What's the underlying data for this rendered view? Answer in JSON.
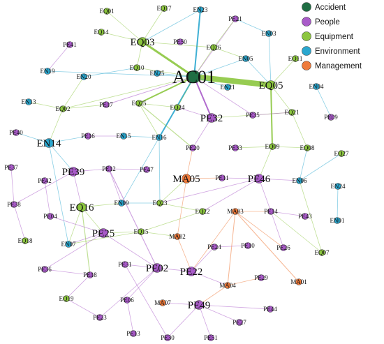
{
  "legend": {
    "items": [
      {
        "label": "Accident",
        "color": "#1f6e43"
      },
      {
        "label": "People",
        "color": "#a95bc9"
      },
      {
        "label": "Equipment",
        "color": "#8cc63f"
      },
      {
        "label": "Environment",
        "color": "#2aa7cf"
      },
      {
        "label": "Management",
        "color": "#ee7a3b"
      }
    ]
  },
  "network": {
    "nodes": [
      {
        "id": "AC01",
        "type": "Accident",
        "size": 3
      },
      {
        "id": "EQ01",
        "type": "Equipment",
        "size": 1
      },
      {
        "id": "EQ17",
        "type": "Equipment",
        "size": 1
      },
      {
        "id": "EN23",
        "type": "Environment",
        "size": 1
      },
      {
        "id": "PE21",
        "type": "People",
        "size": 1
      },
      {
        "id": "EQ14",
        "type": "Equipment",
        "size": 1
      },
      {
        "id": "EQ03",
        "type": "Equipment",
        "size": 2
      },
      {
        "id": "EN03",
        "type": "Environment",
        "size": 1
      },
      {
        "id": "PE41",
        "type": "People",
        "size": 1
      },
      {
        "id": "PE50",
        "type": "People",
        "size": 1
      },
      {
        "id": "EQ26",
        "type": "Equipment",
        "size": 1
      },
      {
        "id": "EQ11",
        "type": "Equipment",
        "size": 1
      },
      {
        "id": "EN05",
        "type": "Environment",
        "size": 1
      },
      {
        "id": "EN19",
        "type": "Environment",
        "size": 1
      },
      {
        "id": "EN20",
        "type": "Environment",
        "size": 1
      },
      {
        "id": "EQ10",
        "type": "Equipment",
        "size": 1
      },
      {
        "id": "EN25",
        "type": "Environment",
        "size": 1
      },
      {
        "id": "EN21",
        "type": "Environment",
        "size": 1
      },
      {
        "id": "EQ05",
        "type": "Equipment",
        "size": 2
      },
      {
        "id": "EN04",
        "type": "Environment",
        "size": 1
      },
      {
        "id": "EN13",
        "type": "Environment",
        "size": 1
      },
      {
        "id": "EQ02",
        "type": "Equipment",
        "size": 1
      },
      {
        "id": "PE17",
        "type": "People",
        "size": 1
      },
      {
        "id": "EQ25",
        "type": "Equipment",
        "size": 1
      },
      {
        "id": "EQ24",
        "type": "Equipment",
        "size": 1
      },
      {
        "id": "PE32",
        "type": "People",
        "size": 2
      },
      {
        "id": "PE35",
        "type": "People",
        "size": 1
      },
      {
        "id": "EQ21",
        "type": "Equipment",
        "size": 1
      },
      {
        "id": "PE09",
        "type": "People",
        "size": 1
      },
      {
        "id": "PE40",
        "type": "People",
        "size": 1
      },
      {
        "id": "PE16",
        "type": "People",
        "size": 1
      },
      {
        "id": "EN15",
        "type": "Environment",
        "size": 1
      },
      {
        "id": "EN14",
        "type": "Environment",
        "size": 2
      },
      {
        "id": "EN16",
        "type": "Environment",
        "size": 1
      },
      {
        "id": "PE20",
        "type": "People",
        "size": 1
      },
      {
        "id": "PE33",
        "type": "People",
        "size": 1
      },
      {
        "id": "EQ09",
        "type": "Equipment",
        "size": 1
      },
      {
        "id": "EQ08",
        "type": "Equipment",
        "size": 1
      },
      {
        "id": "EQ27",
        "type": "Equipment",
        "size": 1
      },
      {
        "id": "PE37",
        "type": "People",
        "size": 1
      },
      {
        "id": "PE39",
        "type": "People",
        "size": 2
      },
      {
        "id": "PE12",
        "type": "People",
        "size": 1
      },
      {
        "id": "PE47",
        "type": "People",
        "size": 1
      },
      {
        "id": "MA05",
        "type": "Management",
        "size": 2
      },
      {
        "id": "PE11",
        "type": "People",
        "size": 1
      },
      {
        "id": "PE46",
        "type": "People",
        "size": 2
      },
      {
        "id": "EN06",
        "type": "Environment",
        "size": 1
      },
      {
        "id": "PE42",
        "type": "People",
        "size": 1
      },
      {
        "id": "EN24",
        "type": "Environment",
        "size": 1
      },
      {
        "id": "PE38",
        "type": "People",
        "size": 1
      },
      {
        "id": "EQ16",
        "type": "Equipment",
        "size": 2
      },
      {
        "id": "EN09",
        "type": "Environment",
        "size": 1
      },
      {
        "id": "EQ23",
        "type": "Equipment",
        "size": 1
      },
      {
        "id": "EQ22",
        "type": "Equipment",
        "size": 1
      },
      {
        "id": "MA03",
        "type": "Management",
        "size": 1
      },
      {
        "id": "PE14",
        "type": "People",
        "size": 1
      },
      {
        "id": "PE43",
        "type": "People",
        "size": 1
      },
      {
        "id": "PE04",
        "type": "People",
        "size": 1
      },
      {
        "id": "EN01",
        "type": "Environment",
        "size": 1
      },
      {
        "id": "EQ18",
        "type": "Equipment",
        "size": 1
      },
      {
        "id": "PE25",
        "type": "People",
        "size": 2
      },
      {
        "id": "EQ15",
        "type": "Equipment",
        "size": 1
      },
      {
        "id": "MA02",
        "type": "Management",
        "size": 1
      },
      {
        "id": "EN07",
        "type": "Environment",
        "size": 1
      },
      {
        "id": "PE24",
        "type": "People",
        "size": 1
      },
      {
        "id": "PE10",
        "type": "People",
        "size": 1
      },
      {
        "id": "PE26",
        "type": "People",
        "size": 1
      },
      {
        "id": "EQ07",
        "type": "Equipment",
        "size": 1
      },
      {
        "id": "PE36",
        "type": "People",
        "size": 1
      },
      {
        "id": "PE31",
        "type": "People",
        "size": 1
      },
      {
        "id": "PE02",
        "type": "People",
        "size": 2
      },
      {
        "id": "PE22",
        "type": "People",
        "size": 2
      },
      {
        "id": "PE18",
        "type": "People",
        "size": 1
      },
      {
        "id": "MA04",
        "type": "Management",
        "size": 1
      },
      {
        "id": "PE29",
        "type": "People",
        "size": 1
      },
      {
        "id": "MA01",
        "type": "Management",
        "size": 1
      },
      {
        "id": "EQ19",
        "type": "Equipment",
        "size": 1
      },
      {
        "id": "PE06",
        "type": "People",
        "size": 1
      },
      {
        "id": "MA07",
        "type": "Management",
        "size": 1
      },
      {
        "id": "PE49",
        "type": "People",
        "size": 2
      },
      {
        "id": "PE44",
        "type": "People",
        "size": 1
      },
      {
        "id": "PE23",
        "type": "People",
        "size": 1
      },
      {
        "id": "PE27",
        "type": "People",
        "size": 1
      },
      {
        "id": "PE13",
        "type": "People",
        "size": 1
      },
      {
        "id": "PE30",
        "type": "People",
        "size": 1
      },
      {
        "id": "PE51",
        "type": "People",
        "size": 1
      }
    ],
    "edges": [
      [
        "EQ05",
        "AC01",
        8
      ],
      [
        "EQ03",
        "AC01",
        3
      ],
      [
        "EN23",
        "AC01",
        2
      ],
      [
        "PE32",
        "AC01",
        2
      ],
      [
        "EQ25",
        "AC01",
        2
      ],
      [
        "PE17",
        "AC01",
        1.2
      ],
      [
        "EN16",
        "AC01",
        2
      ],
      [
        "EQ26",
        "AC01",
        1
      ],
      [
        "PE21",
        "AC01",
        1
      ],
      [
        "EQ10",
        "AC01",
        1
      ],
      [
        "EN25",
        "AC01",
        1
      ],
      [
        "EN21",
        "AC01",
        1
      ],
      [
        "EN05",
        "AC01",
        1
      ],
      [
        "PE35",
        "AC01",
        1
      ],
      [
        "EQ24",
        "AC01",
        1
      ],
      [
        "EN19",
        "AC01",
        1
      ],
      [
        "EQ02",
        "AC01",
        1
      ],
      [
        "EQ17",
        "EQ03",
        1
      ],
      [
        "EQ01",
        "EQ03",
        1
      ],
      [
        "EQ14",
        "EQ03",
        1
      ],
      [
        "EN23",
        "EQ03",
        1
      ],
      [
        "EQ03",
        "EQ10",
        1
      ],
      [
        "EQ03",
        "EQ26",
        1
      ],
      [
        "EQ26",
        "EN05",
        1
      ],
      [
        "EQ26",
        "PE21",
        1
      ],
      [
        "EN03",
        "PE21",
        1
      ],
      [
        "EN03",
        "EQ05",
        1
      ],
      [
        "EQ11",
        "EQ05",
        1
      ],
      [
        "EN05",
        "EQ05",
        1
      ],
      [
        "EQ05",
        "EQ21",
        1
      ],
      [
        "EQ05",
        "EQ09",
        2
      ],
      [
        "EQ21",
        "EQ08",
        1
      ],
      [
        "EQ21",
        "PE32",
        1
      ],
      [
        "PE32",
        "EQ24",
        1
      ],
      [
        "EQ25",
        "EQ24",
        1
      ],
      [
        "EQ25",
        "PE20",
        1.5
      ],
      [
        "PE32",
        "PE20",
        1
      ],
      [
        "EQ25",
        "EN16",
        1
      ],
      [
        "EQ02",
        "EN20",
        1
      ],
      [
        "EQ02",
        "EN14",
        1
      ],
      [
        "EN20",
        "EQ10",
        1
      ],
      [
        "EQ02",
        "EN13",
        1
      ],
      [
        "EQ02",
        "PE17",
        1
      ],
      [
        "EN14",
        "PE16",
        1
      ],
      [
        "EN14",
        "PE40",
        1
      ],
      [
        "EN14",
        "PE39",
        1
      ],
      [
        "EN14",
        "EN07",
        1
      ],
      [
        "PE16",
        "EN15",
        1
      ],
      [
        "EN15",
        "EN16",
        1
      ],
      [
        "EN16",
        "EQ23",
        1
      ],
      [
        "EN16",
        "EN09",
        1
      ],
      [
        "PE12",
        "PE47",
        1
      ],
      [
        "PE39",
        "PE12",
        1
      ],
      [
        "PE12",
        "EN09",
        1
      ],
      [
        "PE39",
        "EQ16",
        1
      ],
      [
        "PE39",
        "PE38",
        1
      ],
      [
        "PE37",
        "PE38",
        1
      ],
      [
        "PE38",
        "EQ18",
        1
      ],
      [
        "EQ16",
        "EN09",
        1
      ],
      [
        "EQ16",
        "PE25",
        1
      ],
      [
        "EQ16",
        "EN07",
        1
      ],
      [
        "EQ16",
        "PE18",
        1.5
      ],
      [
        "EN09",
        "EQ23",
        1
      ],
      [
        "EQ23",
        "MA05",
        1
      ],
      [
        "MA05",
        "PE11",
        1
      ],
      [
        "MA05",
        "PE20",
        1
      ],
      [
        "MA05",
        "MA02",
        1
      ],
      [
        "PE11",
        "PE46",
        1
      ],
      [
        "PE46",
        "EN06",
        1
      ],
      [
        "EN06",
        "EQ08",
        1
      ],
      [
        "EN06",
        "EQ27",
        1
      ],
      [
        "EQ09",
        "EQ08",
        1
      ],
      [
        "EQ09",
        "PE46",
        1
      ],
      [
        "PE46",
        "EQ22",
        1
      ],
      [
        "PE46",
        "PE14",
        1
      ],
      [
        "PE14",
        "PE43",
        1
      ],
      [
        "PE14",
        "PE26",
        1
      ],
      [
        "MA03",
        "PE14",
        1
      ],
      [
        "MA03",
        "PE26",
        1
      ],
      [
        "MA03",
        "MA04",
        1.3
      ],
      [
        "MA03",
        "MA01",
        1.3
      ],
      [
        "MA03",
        "PE22",
        1
      ],
      [
        "EQ22",
        "EQ15",
        1
      ],
      [
        "EQ15",
        "PE25",
        1
      ],
      [
        "EQ15",
        "MA02",
        1
      ],
      [
        "EQ15",
        "EN07",
        1
      ],
      [
        "PE25",
        "EN07",
        1
      ],
      [
        "PE25",
        "PE02",
        1
      ],
      [
        "PE25",
        "PE36",
        1
      ],
      [
        "PE12",
        "PE02",
        1.5
      ],
      [
        "PE02",
        "PE31",
        1
      ],
      [
        "PE02",
        "PE22",
        1
      ],
      [
        "PE02",
        "PE06",
        1
      ],
      [
        "PE02",
        "PE23",
        1
      ],
      [
        "PE22",
        "MA04",
        1
      ],
      [
        "PE22",
        "PE24",
        1
      ],
      [
        "MA04",
        "PE49",
        1
      ],
      [
        "MA04",
        "PE29",
        1
      ],
      [
        "PE49",
        "MA07",
        1
      ],
      [
        "PE49",
        "PE30",
        1
      ],
      [
        "PE49",
        "PE51",
        1
      ],
      [
        "PE49",
        "PE44",
        1
      ],
      [
        "PE49",
        "PE27",
        1
      ],
      [
        "PE18",
        "EQ19",
        1
      ],
      [
        "PE18",
        "PE36",
        1
      ],
      [
        "PE06",
        "PE13",
        1
      ],
      [
        "PE23",
        "EQ19",
        1
      ],
      [
        "EN24",
        "EN01",
        1
      ],
      [
        "EN04",
        "PE09",
        1
      ],
      [
        "PE41",
        "EN19",
        1
      ],
      [
        "EQ07",
        "EN06",
        1
      ],
      [
        "EQ07",
        "PE14",
        1
      ],
      [
        "EQ09",
        "PE33",
        1
      ],
      [
        "PE35",
        "EQ21",
        1
      ],
      [
        "PE10",
        "PE24",
        1
      ],
      [
        "MA02",
        "PE22",
        1
      ],
      [
        "PE31",
        "PE30",
        1
      ],
      [
        "PE42",
        "PE04",
        1
      ],
      [
        "PE04",
        "PE25",
        1
      ],
      [
        "EQ23",
        "EQ22",
        1
      ],
      [
        "PE46",
        "EQ23",
        1
      ]
    ]
  }
}
